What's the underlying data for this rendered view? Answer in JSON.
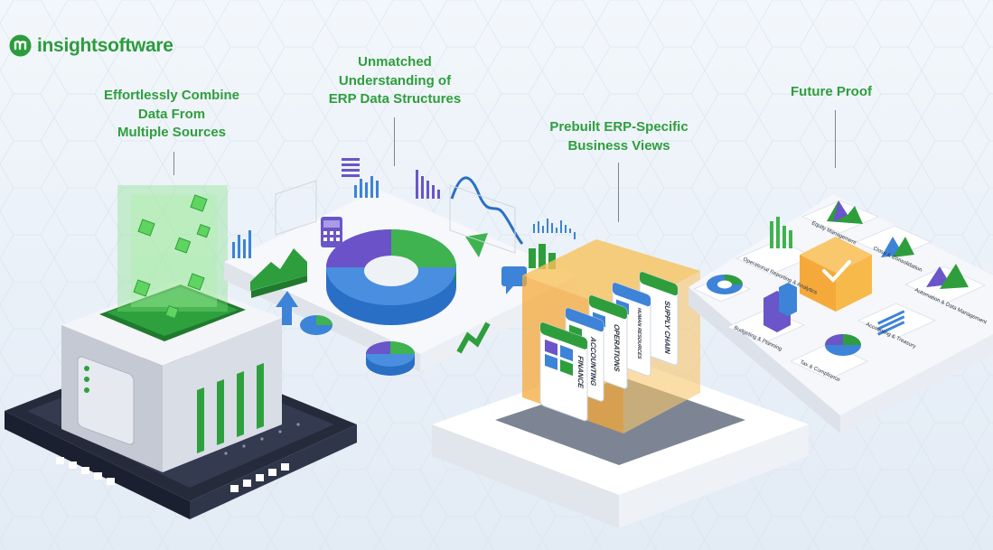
{
  "brand": {
    "name": "insightsoftware",
    "logo_icon": "insightsoftware-logo-icon",
    "color": "#2a9d3c"
  },
  "features": [
    {
      "title": "Effortlessly Combine\nData From\nMultiple Sources"
    },
    {
      "title": "Unmatched\nUnderstanding of\nERP Data Structures"
    },
    {
      "title": "Prebuilt ERP-Specific\nBusiness Views"
    },
    {
      "title": "Future Proof"
    }
  ],
  "business_views": {
    "tabs": [
      "FINANCE",
      "ACCOUNTING",
      "OPERATIONS",
      "HUMAN RESOURCES",
      "SUPPLY CHAIN"
    ]
  },
  "future_tiles": [
    "Equity Management",
    "Operational Reporting & Analytics",
    "Close & Consolidation",
    "Automation & Data Management",
    "Budgeting & Planning",
    "Accounting & Treasury",
    "Tax & Compliance"
  ],
  "colors": {
    "heading_green": "#2e9e3d",
    "accent_green": "#38b24a",
    "accent_blue": "#3d83d8",
    "accent_purple": "#6a55c9",
    "accent_orange": "#f5b443",
    "dark_base": "#2d3345"
  }
}
